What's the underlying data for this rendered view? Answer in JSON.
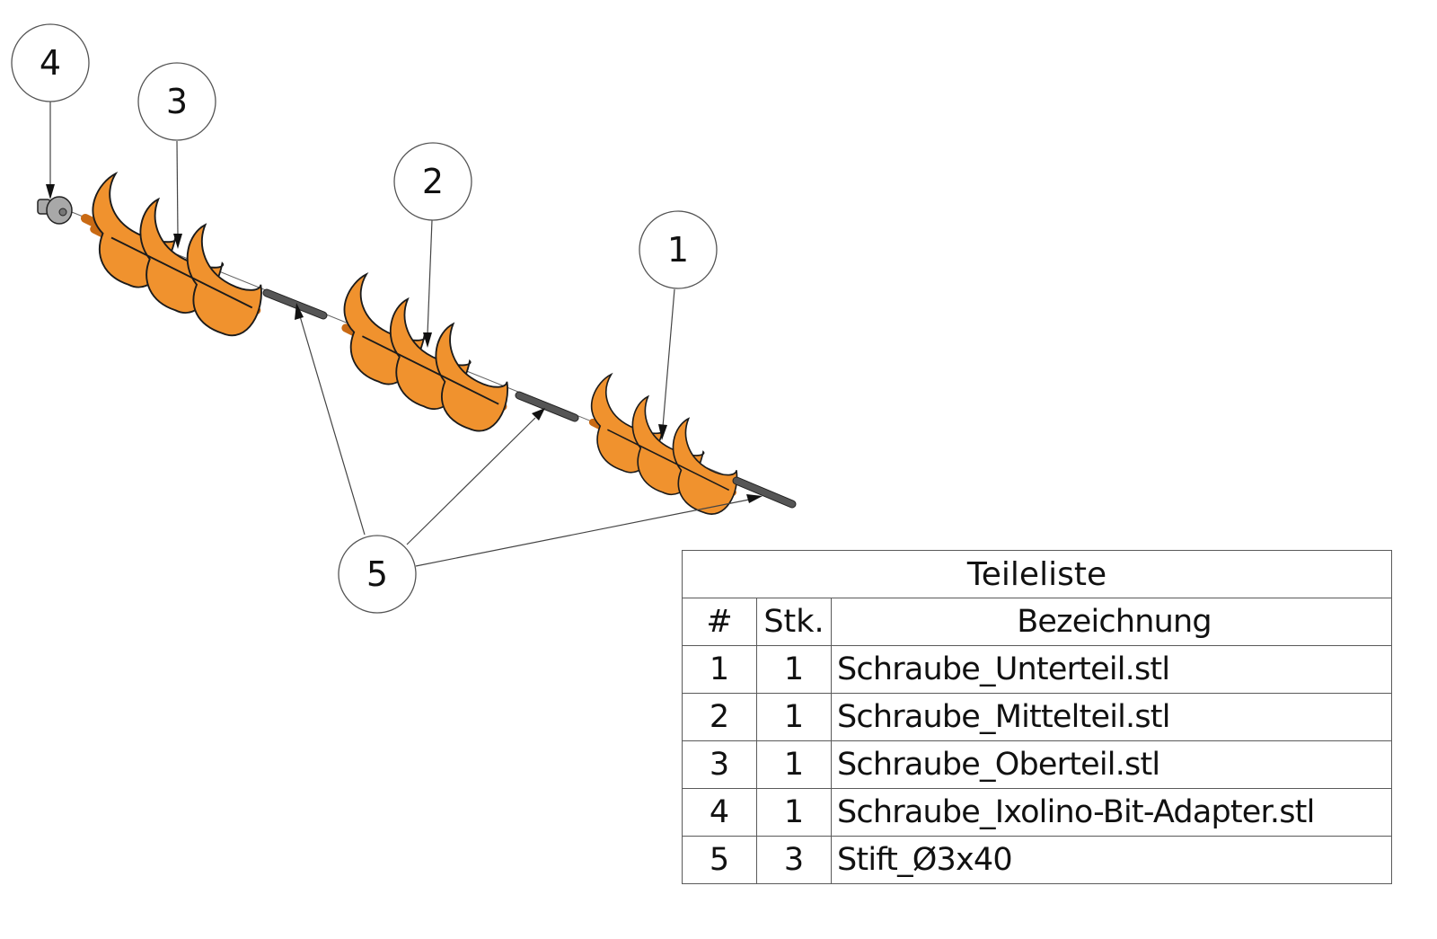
{
  "drawing": {
    "type": "exploded-assembly-view",
    "parts_color": "#f0922e",
    "pin_color": "#555555",
    "adapter_color": "#a8a8a8",
    "balloons": [
      {
        "label": "4",
        "target": "adapter"
      },
      {
        "label": "3",
        "target": "screw-upper"
      },
      {
        "label": "2",
        "target": "screw-middle"
      },
      {
        "label": "1",
        "target": "screw-lower"
      },
      {
        "label": "5",
        "target": "pins",
        "count": 3
      }
    ]
  },
  "parts_table": {
    "title": "Teileliste",
    "headers": {
      "num": "#",
      "qty": "Stk.",
      "desc": "Bezeichnung"
    },
    "rows": [
      {
        "num": "1",
        "qty": "1",
        "desc": "Schraube_Unterteil.stl"
      },
      {
        "num": "2",
        "qty": "1",
        "desc": "Schraube_Mittelteil.stl"
      },
      {
        "num": "3",
        "qty": "1",
        "desc": "Schraube_Oberteil.stl"
      },
      {
        "num": "4",
        "qty": "1",
        "desc": "Schraube_Ixolino-Bit-Adapter.stl"
      },
      {
        "num": "5",
        "qty": "3",
        "desc": "Stift_Ø3x40"
      }
    ]
  }
}
